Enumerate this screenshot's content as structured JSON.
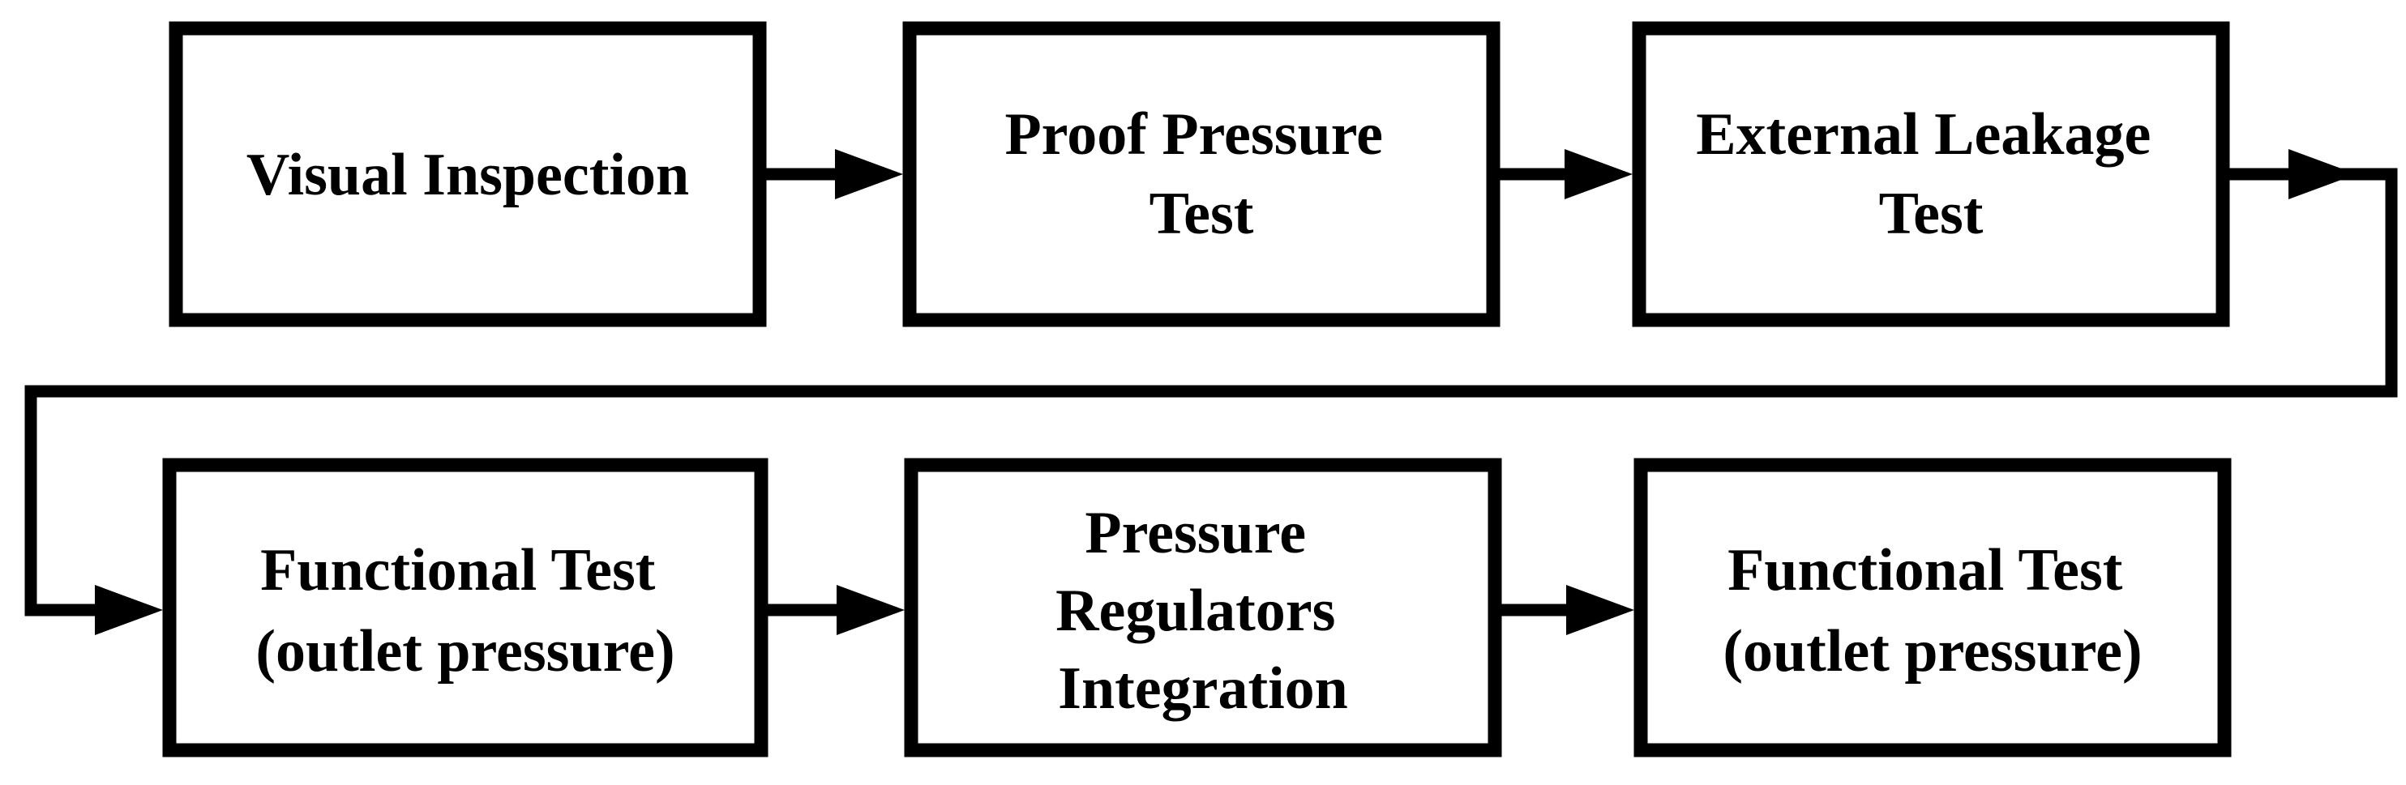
{
  "steps": [
    {
      "id": "visual-inspection",
      "lines": [
        "Visual Inspection"
      ]
    },
    {
      "id": "proof-pressure-test",
      "lines": [
        "Proof Pressure",
        "Test"
      ]
    },
    {
      "id": "external-leakage-test",
      "lines": [
        "External Leakage",
        "Test"
      ]
    },
    {
      "id": "functional-test-1",
      "lines": [
        "Functional Test",
        "(outlet pressure)"
      ]
    },
    {
      "id": "pressure-regulators-integration",
      "lines": [
        "Pressure",
        "Regulators",
        "Integration"
      ]
    },
    {
      "id": "functional-test-2",
      "lines": [
        "Functional Test",
        "(outlet pressure)"
      ]
    }
  ],
  "colors": {
    "stroke": "#000000",
    "fill": "#ffffff",
    "text": "#000000"
  }
}
